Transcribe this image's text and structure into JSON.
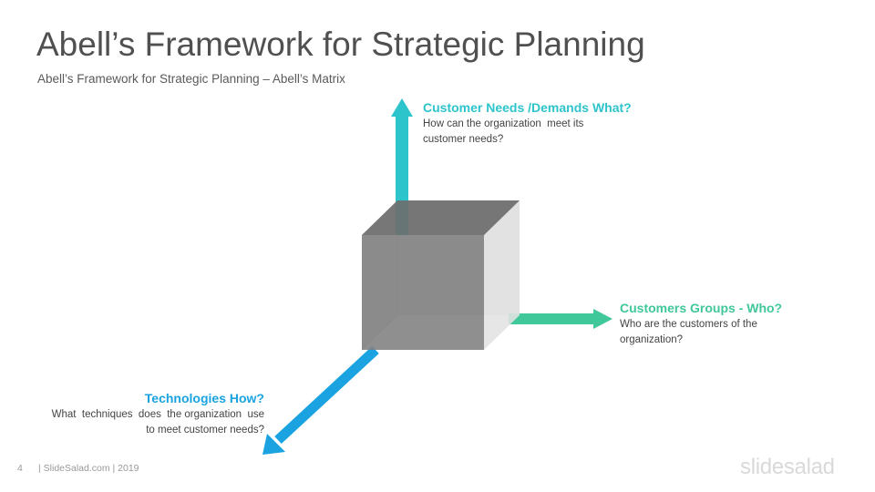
{
  "slide": {
    "title": "Abell’s Framework for Strategic Planning",
    "subtitle": "Abell’s Framework for Strategic Planning – Abell’s Matrix"
  },
  "colors": {
    "needs_axis": "#2ec4cc",
    "groups_axis": "#40c79a",
    "tech_axis": "#1aa3e0"
  },
  "axes": {
    "needs": {
      "title": "Customer Needs /Demands What?",
      "line1": "How can the organization  meet its",
      "line2": "customer needs?"
    },
    "groups": {
      "title": "Customers Groups - Who?",
      "line1": "Who are the customers of the",
      "line2": "organization?"
    },
    "technologies": {
      "title": "Technologies How?",
      "line1": "What  techniques  does  the organization  use",
      "line2": "to meet customer needs?"
    }
  },
  "footer": {
    "page_number": "4",
    "text": "| SlideSalad.com | 2019",
    "brand": "slidesalad"
  }
}
